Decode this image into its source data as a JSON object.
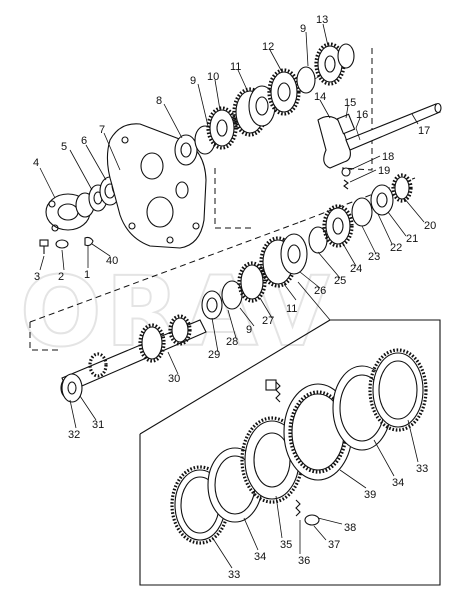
{
  "diagram": {
    "watermark": "ORAV",
    "labels": [
      {
        "id": "p1",
        "text": "1"
      },
      {
        "id": "p2",
        "text": "2"
      },
      {
        "id": "p3",
        "text": "3"
      },
      {
        "id": "p4",
        "text": "4"
      },
      {
        "id": "p5",
        "text": "5"
      },
      {
        "id": "p6",
        "text": "6"
      },
      {
        "id": "p7",
        "text": "7"
      },
      {
        "id": "p8",
        "text": "8"
      },
      {
        "id": "p9a",
        "text": "9"
      },
      {
        "id": "p9b",
        "text": "9"
      },
      {
        "id": "p9c",
        "text": "9"
      },
      {
        "id": "p10",
        "text": "10"
      },
      {
        "id": "p11a",
        "text": "11"
      },
      {
        "id": "p11b",
        "text": "11"
      },
      {
        "id": "p12",
        "text": "12"
      },
      {
        "id": "p13",
        "text": "13"
      },
      {
        "id": "p14",
        "text": "14"
      },
      {
        "id": "p15",
        "text": "15"
      },
      {
        "id": "p16",
        "text": "16"
      },
      {
        "id": "p17",
        "text": "17"
      },
      {
        "id": "p18",
        "text": "18"
      },
      {
        "id": "p19",
        "text": "19"
      },
      {
        "id": "p20",
        "text": "20"
      },
      {
        "id": "p21",
        "text": "21"
      },
      {
        "id": "p22",
        "text": "22"
      },
      {
        "id": "p23",
        "text": "23"
      },
      {
        "id": "p24",
        "text": "24"
      },
      {
        "id": "p25",
        "text": "25"
      },
      {
        "id": "p26",
        "text": "26"
      },
      {
        "id": "p27",
        "text": "27"
      },
      {
        "id": "p28",
        "text": "28"
      },
      {
        "id": "p29",
        "text": "29"
      },
      {
        "id": "p30",
        "text": "30"
      },
      {
        "id": "p31",
        "text": "31"
      },
      {
        "id": "p32",
        "text": "32"
      },
      {
        "id": "p33a",
        "text": "33"
      },
      {
        "id": "p33b",
        "text": "33"
      },
      {
        "id": "p34a",
        "text": "34"
      },
      {
        "id": "p34b",
        "text": "34"
      },
      {
        "id": "p35",
        "text": "35"
      },
      {
        "id": "p36",
        "text": "36"
      },
      {
        "id": "p37",
        "text": "37"
      },
      {
        "id": "p38",
        "text": "38"
      },
      {
        "id": "p39",
        "text": "39"
      },
      {
        "id": "p40",
        "text": "40"
      }
    ]
  }
}
